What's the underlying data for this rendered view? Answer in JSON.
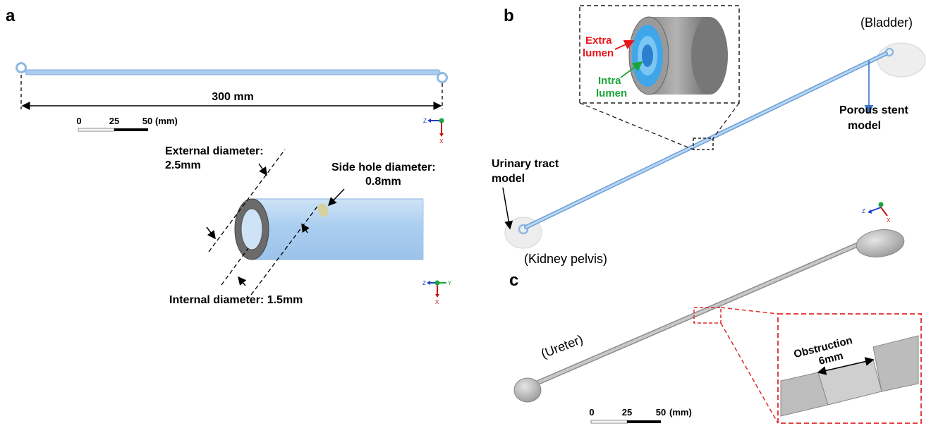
{
  "panel_a": {
    "letter": "a",
    "length_label": "300 mm",
    "scale": {
      "ticks": [
        "0",
        "25",
        "50"
      ],
      "unit": "(mm)"
    },
    "external_diameter": [
      "External  diameter:",
      "2.5mm"
    ],
    "side_hole_diameter": [
      "Side hole diameter:",
      "0.8mm"
    ],
    "internal_diameter": "Internal  diameter: 1.5mm",
    "axes_top": {
      "z": "Z",
      "x": "X"
    },
    "axes_bottom": {
      "z": "Z",
      "y": "Y",
      "x": "X"
    }
  },
  "panel_b": {
    "letter": "b",
    "bladder": "(Bladder)",
    "extra_lumen": [
      "Extra",
      "lumen"
    ],
    "intra_lumen": [
      "Intra",
      "lumen"
    ],
    "porous_stent": [
      "Porous stent",
      "model"
    ],
    "urinary_tract": [
      "Urinary tract",
      "model"
    ],
    "kidney_pelvis": "(Kidney pelvis)",
    "axes": {
      "z": "Z",
      "x": "X"
    }
  },
  "panel_c": {
    "letter": "c",
    "ureter": "(Ureter)",
    "obstruction": [
      "Obstruction",
      "6mm"
    ],
    "scale": {
      "ticks": [
        "0",
        "25",
        "50"
      ],
      "unit": "(mm)"
    }
  },
  "colors": {
    "stent_blue": "#a9cdf0",
    "stent_blue_dark": "#6a9fd6",
    "gray_model": "#bdbdbd",
    "extra_lumen_red": "#e8141a",
    "intra_lumen_green": "#1aa53a",
    "dashed_red": "#e0282b",
    "arrow_blue": "#3a73c9"
  }
}
